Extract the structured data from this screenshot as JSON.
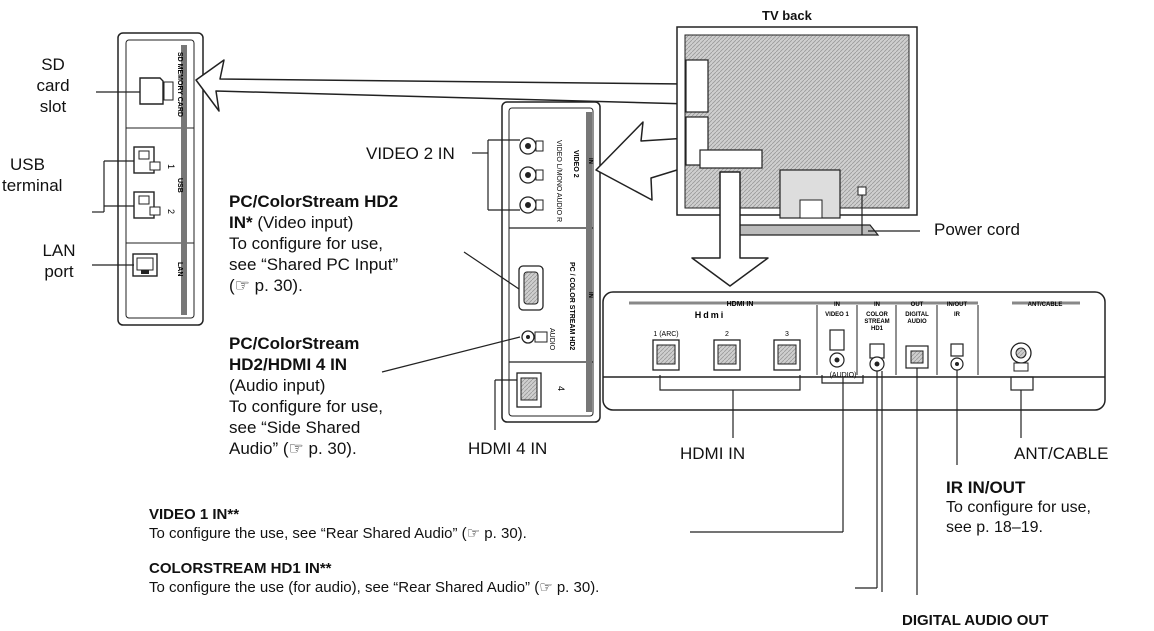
{
  "tv_back_title": "TV back",
  "side_panel": {
    "sd_label": [
      "SD",
      "card",
      "slot"
    ],
    "usb_label": [
      "USB",
      "terminal"
    ],
    "lan_label": [
      "LAN",
      "port"
    ],
    "strip_sd": "SD MEMORY CARD",
    "strip_usb": "USB",
    "strip_lan": "LAN",
    "usb_numbers": [
      "1",
      "2"
    ]
  },
  "side_terminals": {
    "video2_label": "VIDEO 2 IN",
    "strip_video2": "VIDEO 2",
    "strip_jacks": "VIDEO  L/MONO  AUDIO  R",
    "strip_pc": "PC / COLOR STREAM HD2",
    "strip_audio": "AUDIO",
    "strip_in": "IN",
    "hdmi4_number": "4",
    "hdmi4_label": "HDMI 4 IN",
    "pc_heading": [
      "PC/ColorStream HD2",
      "IN*"
    ],
    "pc_heading_suffix": " (Video input)",
    "pc_body": [
      "To configure for use,",
      "see  “Shared PC Input”",
      "(☞ p. 30)."
    ],
    "pc_audio_heading": [
      "PC/ColorStream",
      "HD2/HDMI 4 IN"
    ],
    "pc_audio_body": [
      "(Audio input)",
      "To configure for use,",
      "see “Side Shared",
      "Audio” (☞ p. 30)."
    ]
  },
  "rear_panel": {
    "hdmi_in_header": "HDMI IN",
    "hdmi_logo": "Hdmi",
    "hdmi_ports": [
      "1 (ARC)",
      "2",
      "3"
    ],
    "col_headers": {
      "in1": "IN",
      "video1": "VIDEO 1",
      "in2": "IN",
      "cs": [
        "COLOR",
        "STREAM",
        "HD1"
      ],
      "out": "OUT",
      "digital": [
        "DIGITAL",
        "AUDIO"
      ],
      "inout": "IN/OUT",
      "ir": "IR",
      "ant": "ANT/CABLE"
    },
    "audio_tag": "(AUDIO)",
    "hdmi_in_label": "HDMI IN",
    "ant_label": "ANT/CABLE",
    "power_label": "Power cord",
    "ir_heading": "IR IN/OUT",
    "ir_body": [
      "To configure for use,",
      "see p. 18–19."
    ],
    "video1_heading": "VIDEO 1 IN**",
    "video1_body": "To configure the use, see “Rear Shared Audio” (☞ p. 30).",
    "cs1_heading": "COLORSTREAM HD1 IN**",
    "cs1_body": "To configure the use (for audio), see “Rear Shared Audio” (☞ p. 30).",
    "digital_out_label": "DIGITAL AUDIO OUT"
  },
  "colors": {
    "ink": "#111111",
    "panel_fill": "#ffffff",
    "tv_fill": "#d8d8d8",
    "dark": "#222222"
  }
}
